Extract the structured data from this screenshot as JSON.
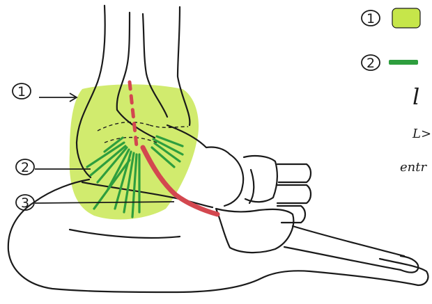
{
  "callouts": [
    {
      "id": "1",
      "text": "1"
    },
    {
      "id": "2",
      "text": "2"
    },
    {
      "id": "3",
      "text": "3"
    }
  ],
  "legend": [
    {
      "id": "1",
      "text": "1",
      "swatch": "ligament-patch",
      "color": "#c6e64a"
    },
    {
      "id": "2",
      "text": "2",
      "swatch": "ligament-bands",
      "color": "#2e9e3e"
    }
  ],
  "edge_text": [
    {
      "text": "l"
    },
    {
      "text": "L>"
    },
    {
      "text": "entr"
    }
  ],
  "colors": {
    "ink": "#1a1a1a",
    "ligament_fill": "#c6e64a",
    "ligament_band": "#2e9e3e",
    "tendon": "#d3474f"
  }
}
